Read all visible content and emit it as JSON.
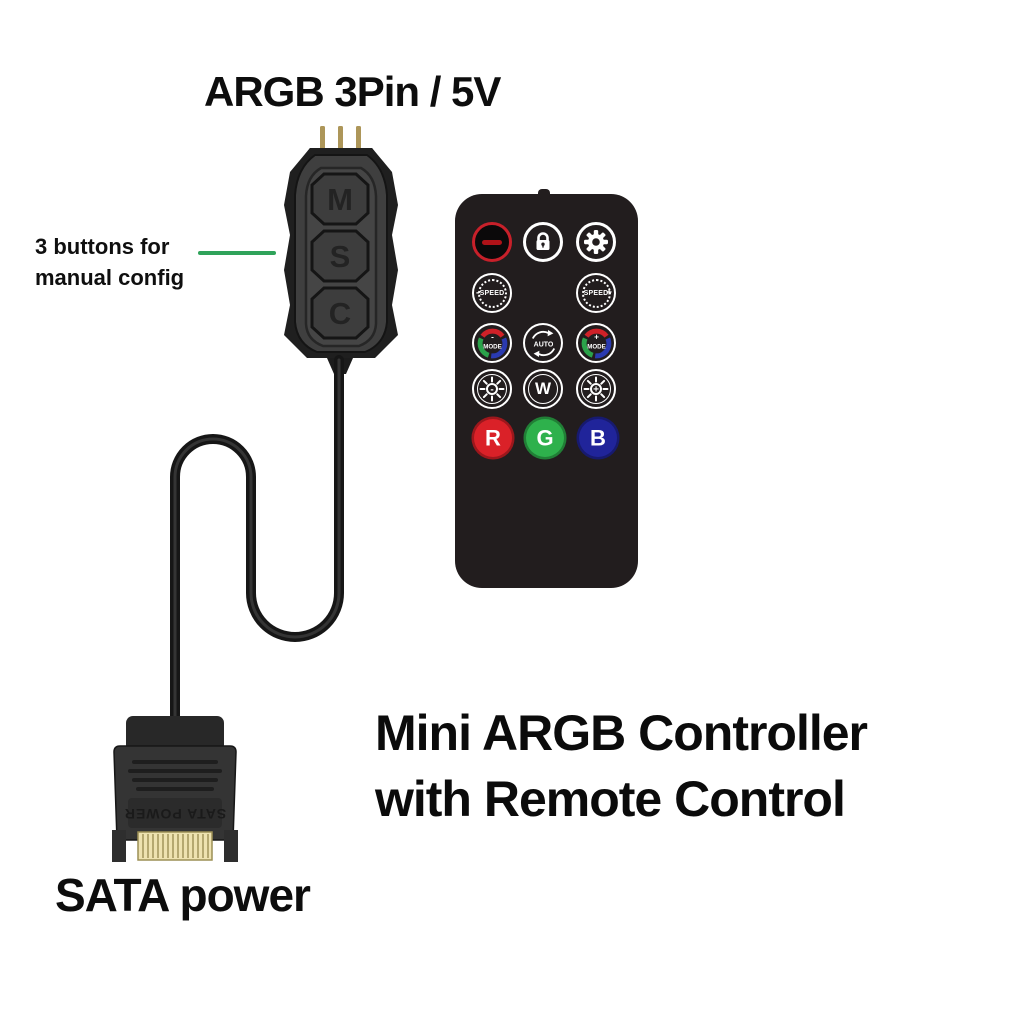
{
  "titles": {
    "connector_label": "ARGB 3Pin / 5V",
    "product_line1": "Mini ARGB Controller",
    "product_line2": "with Remote Control",
    "sata_label": "SATA power"
  },
  "annotation": {
    "line1": "3 buttons for",
    "line2": "manual config",
    "pointer_color": "#2fa35a"
  },
  "controller": {
    "button_labels": [
      "M",
      "S",
      "C"
    ]
  },
  "sata_connector": {
    "embossed_text": "SATA POWER"
  },
  "remote": {
    "body_color": "#221d1e",
    "buttons": {
      "power": {
        "icon": "power-off-icon",
        "ring_color": "#c8202a",
        "bar_color": "#b01218"
      },
      "lock": {
        "icon": "lock-icon"
      },
      "settings": {
        "icon": "gear-icon"
      },
      "speed_down": {
        "label": "SPEED",
        "sign": "-"
      },
      "speed_up": {
        "label": "SPEED",
        "sign": "+"
      },
      "mode_down": {
        "label": "MODE",
        "sign": "-"
      },
      "auto": {
        "label": "AUTO"
      },
      "mode_up": {
        "label": "MODE",
        "sign": "+"
      },
      "brightness_down": {
        "icon": "brightness-minus-icon",
        "sign": "-"
      },
      "white": {
        "label": "W"
      },
      "brightness_up": {
        "icon": "brightness-plus-icon",
        "sign": "+"
      },
      "red": {
        "label": "R",
        "color": "#da2128"
      },
      "green": {
        "label": "G",
        "color": "#2eb14c"
      },
      "blue": {
        "label": "B",
        "color": "#20249a"
      }
    }
  },
  "colors": {
    "mode_red": "#cf2128",
    "mode_green": "#2ba24a",
    "mode_blue": "#2a3ab0",
    "pin_gold": "#ad9659",
    "comb_gold": "#eee2b0"
  }
}
